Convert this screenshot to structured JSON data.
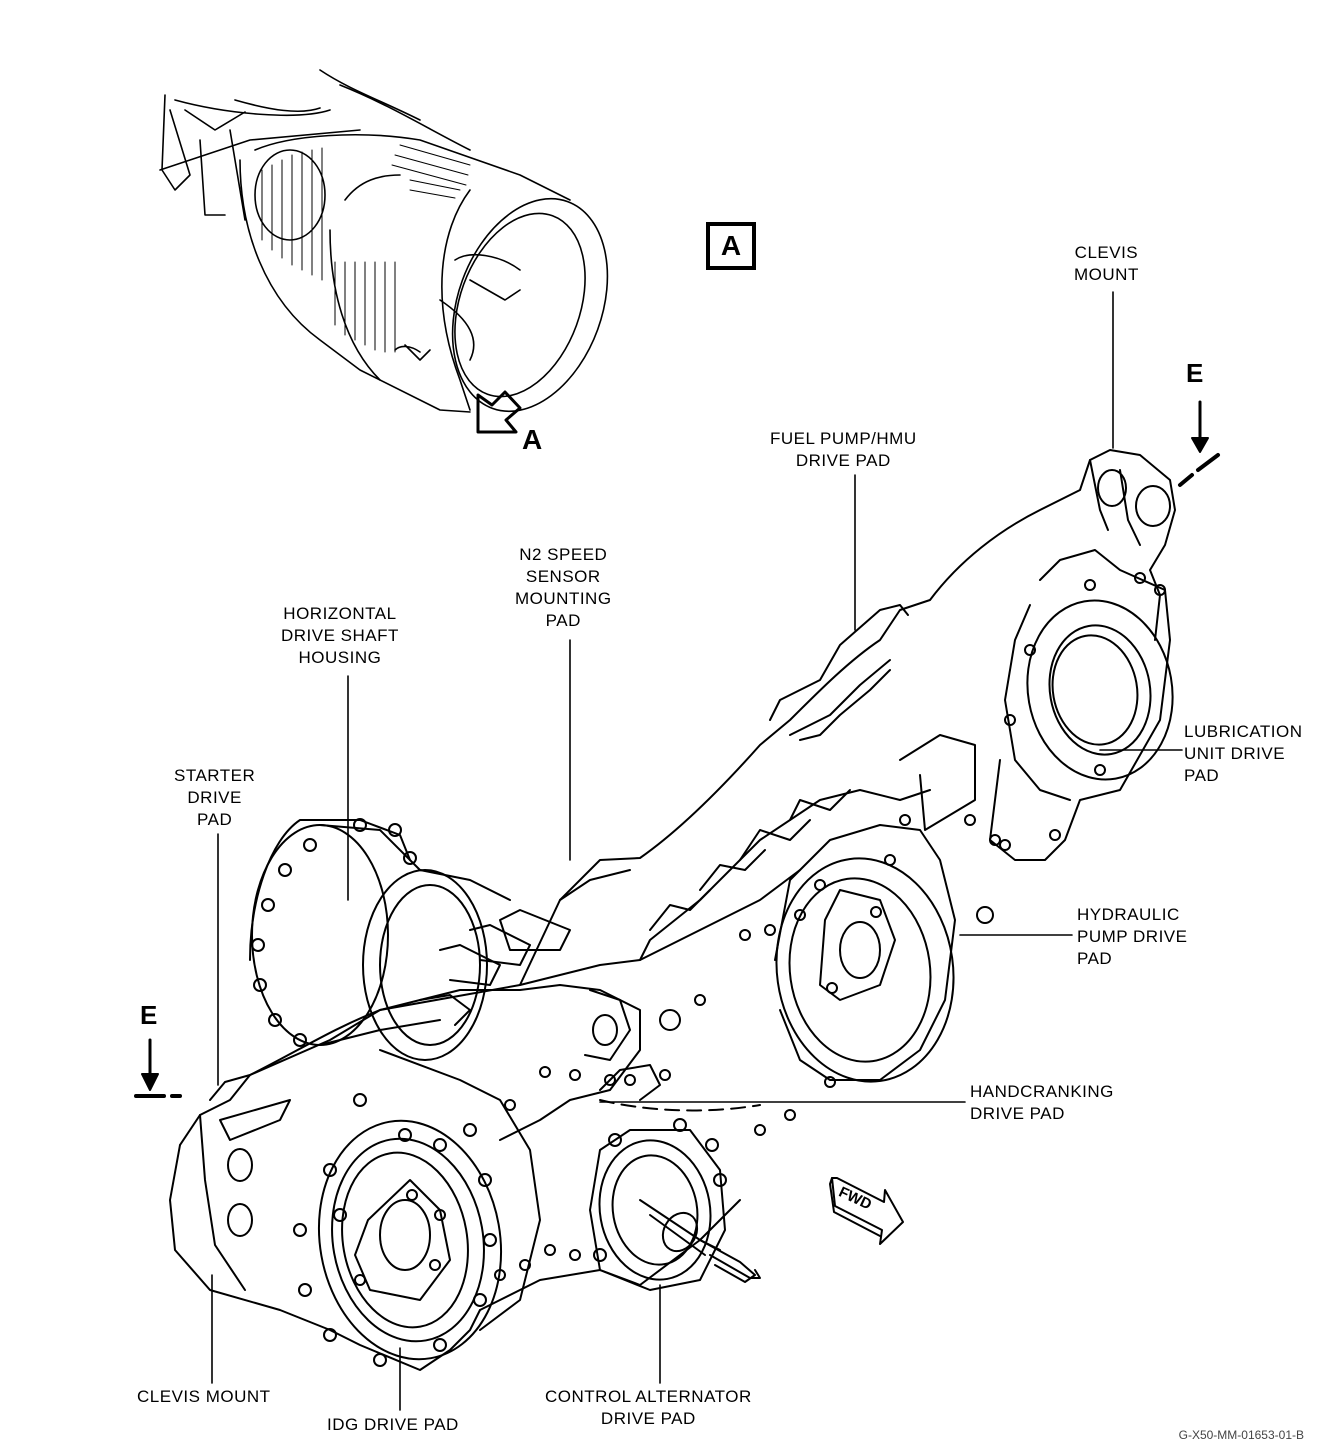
{
  "view_marker": "A",
  "locator_arrow_label": "A",
  "section_mark_label": "E",
  "fwd_label": "FWD",
  "figure_id": "G-X50-MM-01653-01-B",
  "callouts": {
    "clevis_mount_top": [
      "CLEVIS",
      "MOUNT"
    ],
    "fuel_pump": [
      "FUEL PUMP/HMU",
      "DRIVE PAD"
    ],
    "n2_speed_sensor": [
      "N2 SPEED",
      "SENSOR",
      "MOUNTING",
      "PAD"
    ],
    "horizontal_drive_shaft": [
      "HORIZONTAL",
      "DRIVE SHAFT",
      "HOUSING"
    ],
    "starter": [
      "STARTER",
      "DRIVE",
      "PAD"
    ],
    "lubrication": [
      "LUBRICATION",
      "UNIT DRIVE",
      "PAD"
    ],
    "hydraulic": [
      "HYDRAULIC",
      "PUMP DRIVE",
      "PAD"
    ],
    "handcranking": [
      "HANDCRANKING",
      "DRIVE PAD"
    ],
    "clevis_mount_bottom": [
      "CLEVIS MOUNT"
    ],
    "idg": [
      "IDG DRIVE PAD"
    ],
    "control_alternator": [
      "CONTROL ALTERNATOR",
      "DRIVE PAD"
    ]
  }
}
